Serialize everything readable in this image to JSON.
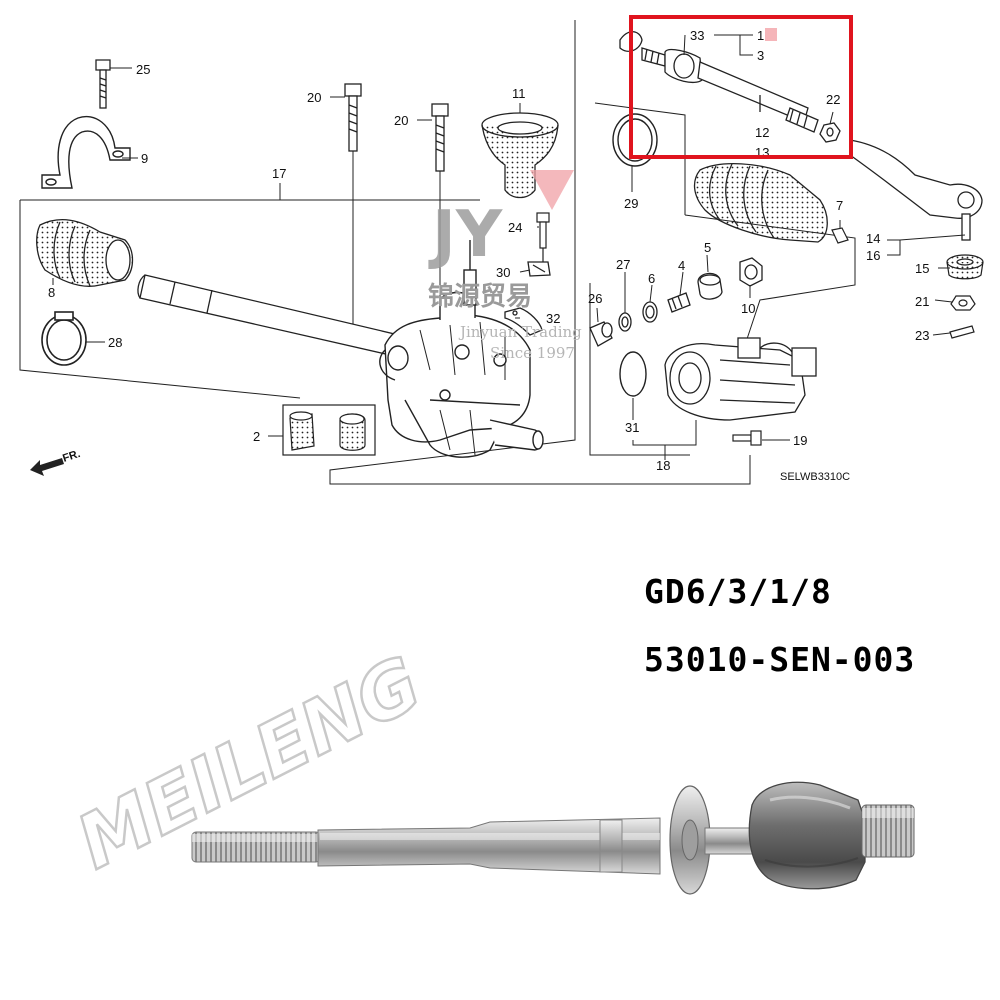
{
  "diagram": {
    "callouts": {
      "c33": "33",
      "c1": "1",
      "c3": "3",
      "c22": "22",
      "c12": "12",
      "c13": "13",
      "c25": "25",
      "c9": "9",
      "c20a": "20",
      "c20b": "20",
      "c11": "11",
      "c17": "17",
      "c29": "29",
      "c7": "7",
      "c14": "14",
      "c16": "16",
      "c15": "15",
      "c21": "21",
      "c23": "23",
      "c24": "24",
      "c30": "30",
      "c32": "32",
      "c8": "8",
      "c28": "28",
      "c27": "27",
      "c6": "6",
      "c4": "4",
      "c5": "5",
      "c10": "10",
      "c26": "26",
      "c31": "31",
      "c18": "18",
      "c19": "19",
      "c2": "2"
    },
    "figure_code": "SELWB3310C",
    "direction_label": "FR.",
    "highlight_color": "#e0141e"
  },
  "watermark": {
    "logo": "JY",
    "chinese": "锦源贸易",
    "english": "Jinyuan Trading",
    "since": "Since 1997",
    "brand": "MEILENG"
  },
  "product": {
    "model": "GD6/3/1/8",
    "part_number": "53010-SEN-003"
  }
}
